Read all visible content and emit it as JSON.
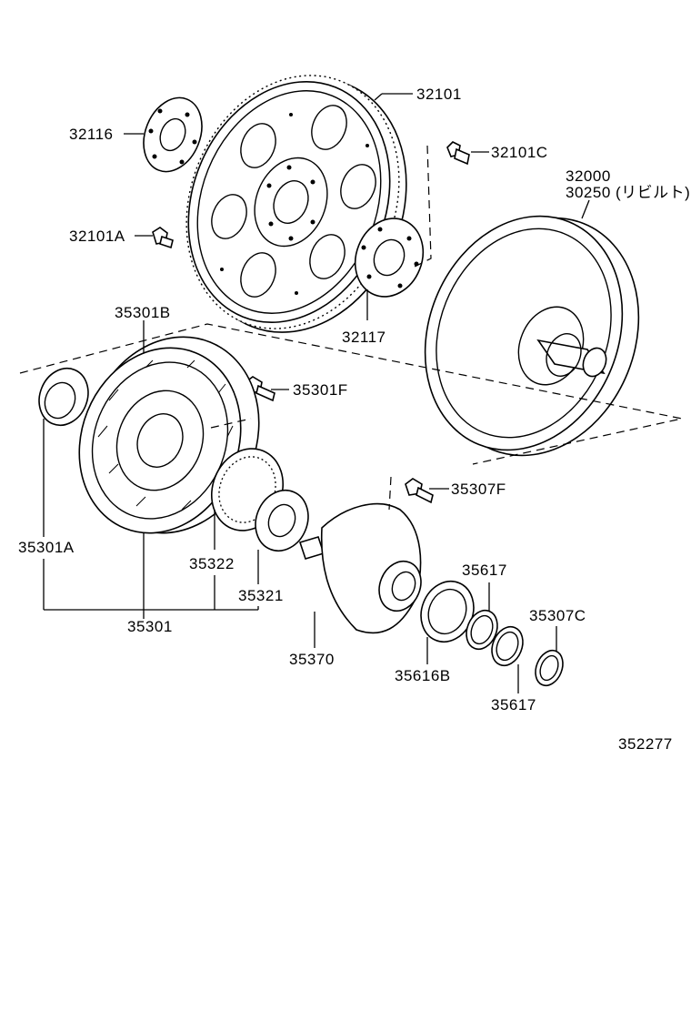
{
  "diagram_id": "352277",
  "labels": {
    "p32101": "32101",
    "p32116": "32116",
    "p32101C": "32101C",
    "p32000": "32000",
    "p30250": "30250 (リビルト)",
    "p32101A": "32101A",
    "p32117": "32117",
    "p35301B": "35301B",
    "p35301F": "35301F",
    "p35307F": "35307F",
    "p35301A": "35301A",
    "p35322": "35322",
    "p35321": "35321",
    "p35617a": "35617",
    "p35307C": "35307C",
    "p35301": "35301",
    "p35370": "35370",
    "p35616B": "35616B",
    "p35617b": "35617"
  }
}
